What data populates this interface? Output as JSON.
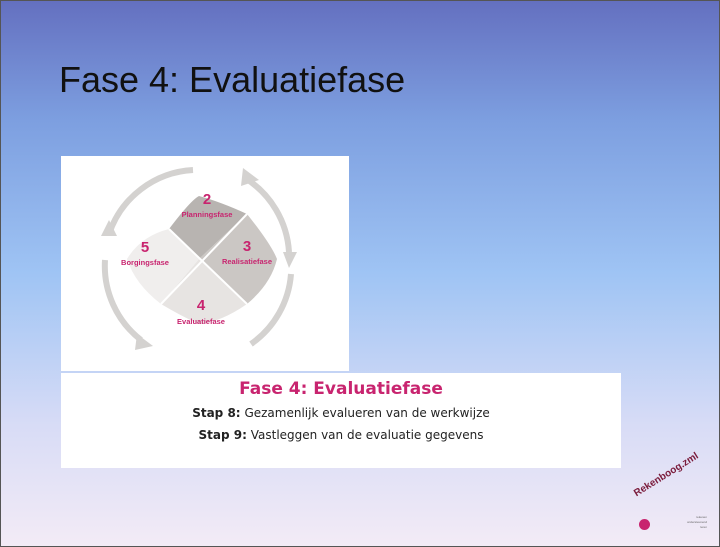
{
  "slide": {
    "title": "Fase 4: Evaluatiefase"
  },
  "cycle": {
    "quadrants": [
      {
        "number": "2",
        "label": "Planningsfase",
        "color": "#b8b4b1"
      },
      {
        "number": "3",
        "label": "Realisatiefase",
        "color": "#cbc7c4"
      },
      {
        "number": "4",
        "label": "Evaluatiefase",
        "color": "#e7e4e2"
      },
      {
        "number": "5",
        "label": "Borgingsfase",
        "color": "#f0eeed"
      }
    ],
    "accent_color": "#c8246f"
  },
  "steps_box": {
    "heading": "Fase 4: Evaluatiefase",
    "steps": [
      {
        "label": "Stap 8:",
        "text": "Gezamenlijk evalueren van de werkwijze"
      },
      {
        "label": "Stap 9:",
        "text": "Vastleggen van de evaluatie gegevens"
      }
    ]
  },
  "logo": {
    "name": "Rekenboog.zml",
    "tagline_1": "rekenen",
    "tagline_2": "ondersteunend",
    "tagline_3": "leren"
  }
}
